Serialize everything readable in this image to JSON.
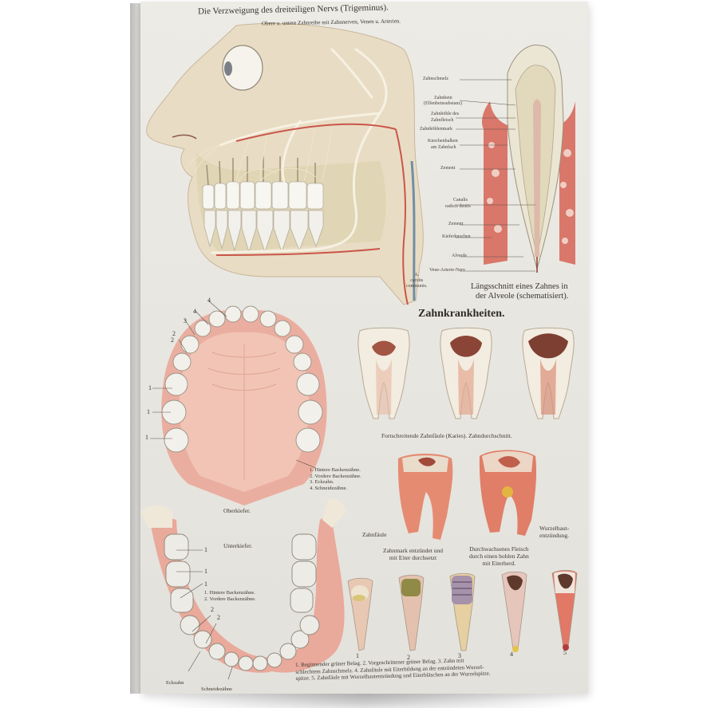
{
  "poster": {
    "title": "Die Verzweigung des dreiteiligen Nervs (Trigeminus).",
    "subtitle": "Obere u. untere Zahnreihe mit Zahnnerven, Venen u. Arterien.",
    "artery_label": [
      "A.",
      "carotis",
      "communis."
    ],
    "tooth_section": {
      "labels": [
        "Zahnschmelz",
        "Zahnbein",
        "(Elfenbeinsubstanz)",
        "Zahnhöhle des",
        "Zahnfleisch",
        "Zahnhöhlenmark",
        "Knochenbalken",
        "am Zahnfach",
        "Zement",
        "Canalis",
        "radicis dentis",
        "Zement",
        "Kieferknochen",
        "Alveole",
        "Vene-Arterie-Nerv"
      ],
      "caption_line1": "Längsschnitt eines Zahnes in",
      "caption_line2": "der Alveole (schematisiert)."
    },
    "diseases": {
      "heading": "Zahnkrankheiten.",
      "caries_caption": "Fortschreitende Zahnfäule (Karies). Zahndurchschnitt.",
      "tooth_decay_label": "Zahnfäule",
      "root_inflammation_label": [
        "Wurzelhaut-",
        "entzündung."
      ],
      "pulp_caption": [
        "Zahnmark entzündet und",
        "mit Eiter durchsetzt"
      ],
      "flesh_caption": [
        "Durchwachsenes Fleisch",
        "durch einen hohlen Zahn",
        "mit Eiterherd."
      ],
      "stage_numbers": [
        "1",
        "2",
        "3",
        "4",
        "5"
      ],
      "stages_caption": [
        "1. Beginnender grüner Belag.  2. Vorgeschrittener grüner Belag.  3. Zahn mit",
        "schlechtem Zahnschmelz.  4. Zahnfäule mit Eiterbildung an der entzündeten Wurzel-",
        "spitze.  5. Zahnfäule mit Wurzelhautentzündung und Eiterbläschen an der Wurzelspitze."
      ]
    },
    "upper_jaw": {
      "label": "Oberkiefer.",
      "numbers": [
        "4",
        "4",
        "3",
        "2",
        "2",
        "1",
        "1",
        "1"
      ],
      "legend": [
        "1. Hintere Backenzähne.",
        "2. Vordere Backenzähne.",
        "3. Eckzahn.",
        "4. Schneidezähne."
      ]
    },
    "lower_jaw": {
      "label": "Unterkiefer.",
      "numbers": [
        "1",
        "1",
        "1",
        "2",
        "2"
      ],
      "legend": [
        "1. Hintere Backenzähne.",
        "2. Vordere Backenzähne."
      ],
      "canine_label": "Eckzahn",
      "incisor_label": "Schneidezähne"
    },
    "colors": {
      "paper": "#eae8e3",
      "ink": "#3a3530",
      "gum_pink": "#e2a39a",
      "artery_red": "#c9564a",
      "vein_blue": "#6f8fa6",
      "bone": "#e4dcc4",
      "nerve": "#f4efe0"
    }
  }
}
